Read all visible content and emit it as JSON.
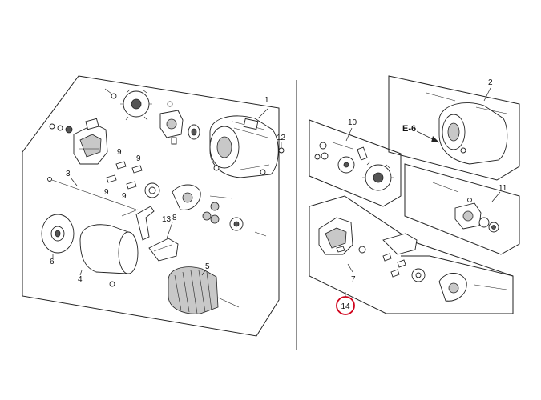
{
  "callouts": {
    "c1": "1",
    "c2": "2",
    "c3": "3",
    "c4": "4",
    "c5": "5",
    "c6": "6",
    "c7": "7",
    "c8": "8",
    "c9a": "9",
    "c9b": "9",
    "c9c": "9",
    "c9d": "9",
    "c10": "10",
    "c11": "11",
    "c12": "12",
    "c13": "13",
    "c14": "14"
  },
  "reference_label": "E-6",
  "highlight_color": "#d0021b",
  "line_color": "#222222"
}
